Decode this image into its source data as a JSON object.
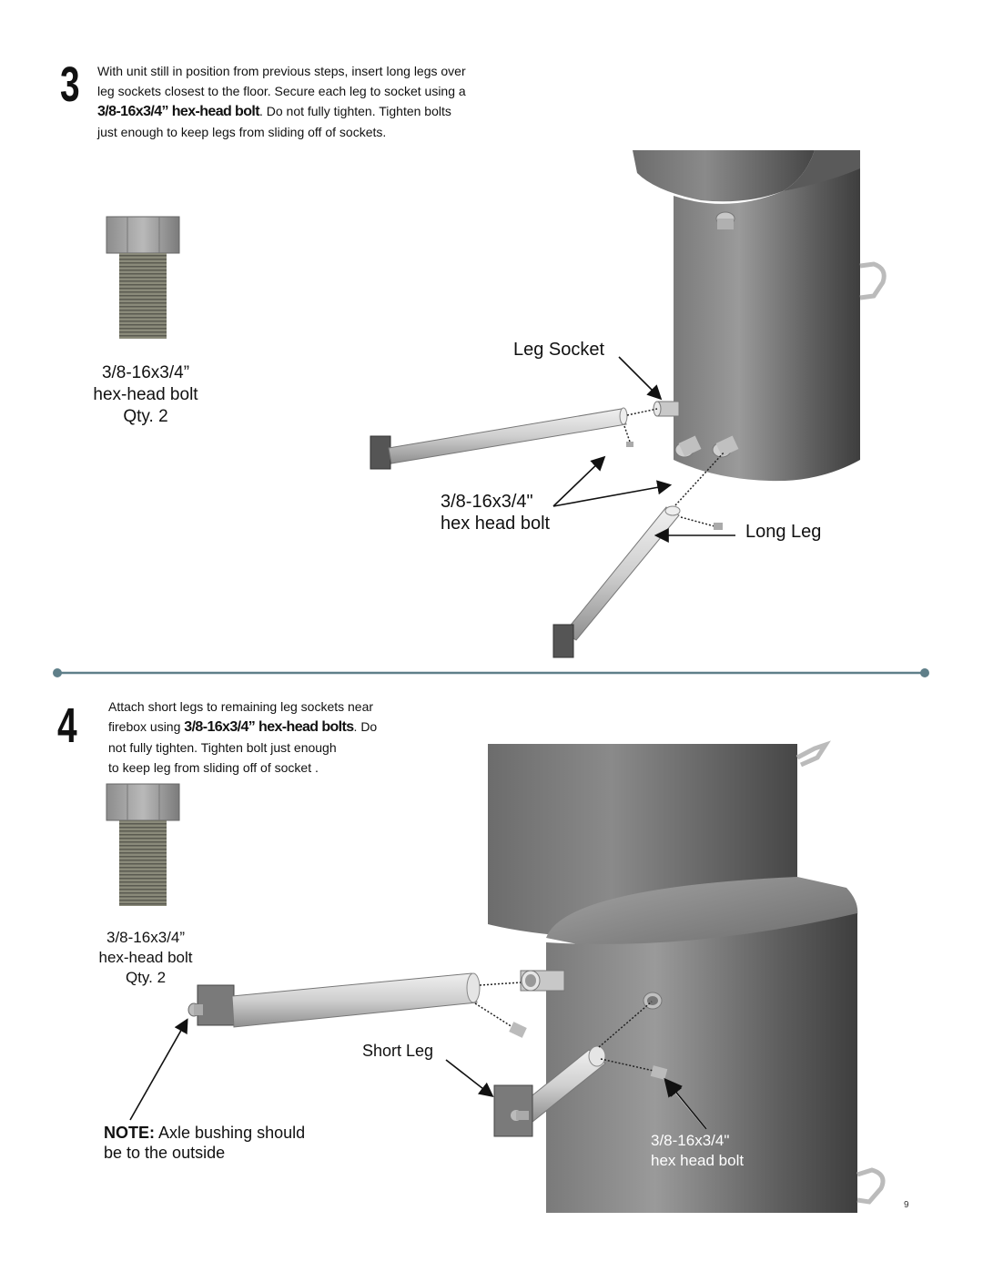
{
  "step3": {
    "number": "3",
    "text_line1": "With unit still in position from previous steps, insert long legs over",
    "text_line2": "leg sockets closest to the floor. Secure each leg to socket using a",
    "text_bold": "3/8-16x3/4” hex-head bolt",
    "text_line3_rest": ". Do not fully tighten. Tighten bolts",
    "text_line4": "just enough to keep legs from sliding off of sockets.",
    "bolt_caption": {
      "size": "3/8-16x3/4”",
      "type": "hex-head bolt",
      "qty": "Qty. 2"
    },
    "label_leg_socket": "Leg Socket",
    "label_bolt_size": "3/8-16x3/4\"",
    "label_bolt_type": "hex head bolt",
    "label_long_leg": "Long Leg"
  },
  "step4": {
    "number": "4",
    "text_line1": "Attach short legs to remaining leg sockets near",
    "text_line2_start": "firebox using ",
    "text_bold": "3/8-16x3/4” hex-head bolts",
    "text_line2_end": ". Do",
    "text_line3": "not fully tighten. Tighten bolt just enough",
    "text_line4": "to keep leg from sliding off of socket .",
    "bolt_caption": {
      "size": "3/8-16x3/4”",
      "type": "hex-head bolt",
      "qty": "Qty. 2"
    },
    "label_short_leg": "Short Leg",
    "note_bold": "NOTE:",
    "note_text1": " Axle bushing should",
    "note_text2": "be to the outside",
    "label_bolt_size": "3/8-16x3/4\"",
    "label_bolt_type": "hex head bolt"
  },
  "page_number": "9",
  "colors": {
    "divider": "#5f7f89",
    "cylinder_dark": "#4a4a4a",
    "cylinder_light": "#8e8e8e",
    "leg_light": "#d4d4d4"
  }
}
